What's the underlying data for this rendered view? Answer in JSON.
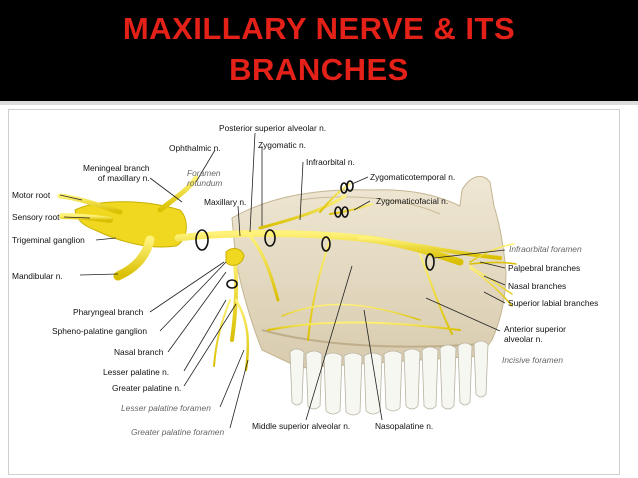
{
  "slide": {
    "title_line1": "MAXILLARY NERVE & ITS",
    "title_line2": "BRANCHES"
  },
  "colors": {
    "background": "#000000",
    "title": "#e32119",
    "nerve": "#f2dc1a",
    "bone": "#e6dcc6",
    "leader": "#222222"
  },
  "diagram": {
    "labels": {
      "posterior_superior_alveolar": "Posterior superior alveolar n.",
      "ophthalmic": "Ophthalmic n.",
      "zygomatic": "Zygomatic n.",
      "infraorbital": "Infraorbital n.",
      "meningeal_branch_1": "Meningeal branch",
      "meningeal_branch_2": "of maxillary n.",
      "foramen_rotundum_1": "Foramen",
      "foramen_rotundum_2": "rotundum",
      "zygomaticotemporal": "Zygomaticotemporal n.",
      "motor_root": "Motor root",
      "maxillary": "Maxillary n.",
      "zygomaticofacial": "Zygomaticofacial n.",
      "sensory_root": "Sensory root",
      "trigeminal_ganglion": "Trigeminal ganglion",
      "infraorbital_foramen": "Infraorbital foramen",
      "mandibular": "Mandibular n.",
      "palpebral": "Palpebral branches",
      "nasal_branches": "Nasal branches",
      "superior_labial": "Superior labial branches",
      "pharyngeal": "Pharyngeal branch",
      "anterior_superior_alveolar_1": "Anterior superior",
      "anterior_superior_alveolar_2": "alveolar n.",
      "spheno_palatine": "Spheno-palatine ganglion",
      "incisive_foramen": "Incisive foramen",
      "nasal_branch": "Nasal branch",
      "lesser_palatine": "Lesser palatine n.",
      "greater_palatine": "Greater palatine n.",
      "lesser_palatine_foramen": "Lesser palatine foramen",
      "middle_superior_alveolar": "Middle superior alveolar n.",
      "nasopalatine": "Nasopalatine n.",
      "greater_palatine_foramen": "Greater palatine foramen"
    }
  }
}
